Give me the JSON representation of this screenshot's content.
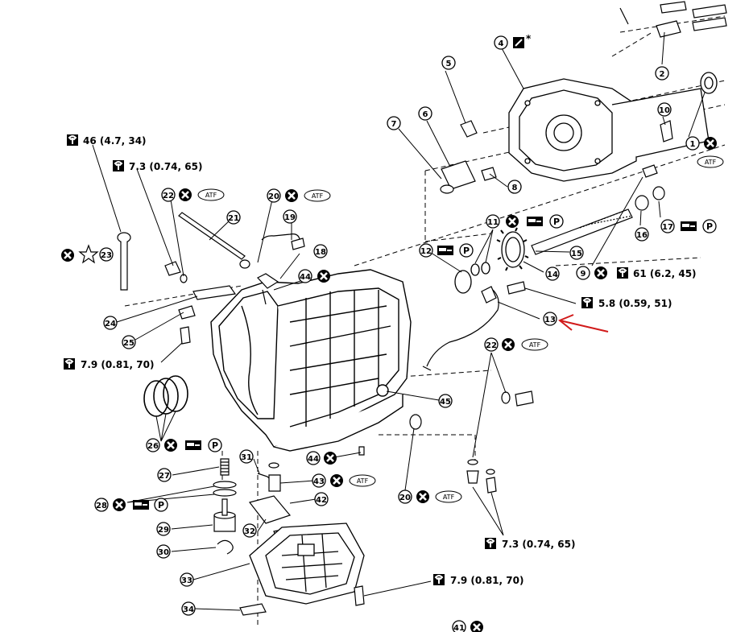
{
  "callouts": [
    {
      "id": "c1",
      "num": "1"
    },
    {
      "id": "c2",
      "num": "2"
    },
    {
      "id": "c4",
      "num": "4"
    },
    {
      "id": "c5",
      "num": "5"
    },
    {
      "id": "c6",
      "num": "6"
    },
    {
      "id": "c7",
      "num": "7"
    },
    {
      "id": "c8",
      "num": "8"
    },
    {
      "id": "c9",
      "num": "9"
    },
    {
      "id": "c10",
      "num": "10"
    },
    {
      "id": "c11",
      "num": "11"
    },
    {
      "id": "c12",
      "num": "12"
    },
    {
      "id": "c13",
      "num": "13"
    },
    {
      "id": "c14",
      "num": "14"
    },
    {
      "id": "c15",
      "num": "15"
    },
    {
      "id": "c16",
      "num": "16"
    },
    {
      "id": "c17",
      "num": "17"
    },
    {
      "id": "c18",
      "num": "18"
    },
    {
      "id": "c19",
      "num": "19"
    },
    {
      "id": "c20a",
      "num": "20"
    },
    {
      "id": "c20b",
      "num": "20"
    },
    {
      "id": "c21",
      "num": "21"
    },
    {
      "id": "c22a",
      "num": "22"
    },
    {
      "id": "c22b",
      "num": "22"
    },
    {
      "id": "c23",
      "num": "23"
    },
    {
      "id": "c24",
      "num": "24"
    },
    {
      "id": "c25",
      "num": "25"
    },
    {
      "id": "c26",
      "num": "26"
    },
    {
      "id": "c27",
      "num": "27"
    },
    {
      "id": "c28",
      "num": "28"
    },
    {
      "id": "c29",
      "num": "29"
    },
    {
      "id": "c30",
      "num": "30"
    },
    {
      "id": "c31",
      "num": "31"
    },
    {
      "id": "c32",
      "num": "32"
    },
    {
      "id": "c33",
      "num": "33"
    },
    {
      "id": "c34",
      "num": "34"
    },
    {
      "id": "c41",
      "num": "41"
    },
    {
      "id": "c42",
      "num": "42"
    },
    {
      "id": "c43",
      "num": "43"
    },
    {
      "id": "c44a",
      "num": "44"
    },
    {
      "id": "c44b",
      "num": "44"
    },
    {
      "id": "c45",
      "num": "45"
    }
  ],
  "torque_specs": {
    "t46": "46  (4.7,  34)",
    "t73a": "7.3  (0.74,  65)",
    "t79a": "7.9  (0.81,  70)",
    "t61": "61  (6.2,  45)",
    "t58": "5.8  (0.59,  51)",
    "t73b": "7.3  (0.74,  65)",
    "t79b": "7.9  (0.81,  70)"
  },
  "atf_label": "ATF",
  "p_label": "P",
  "asterisk": "*",
  "annotation": {
    "color": "#d11a1a",
    "target": "13"
  }
}
